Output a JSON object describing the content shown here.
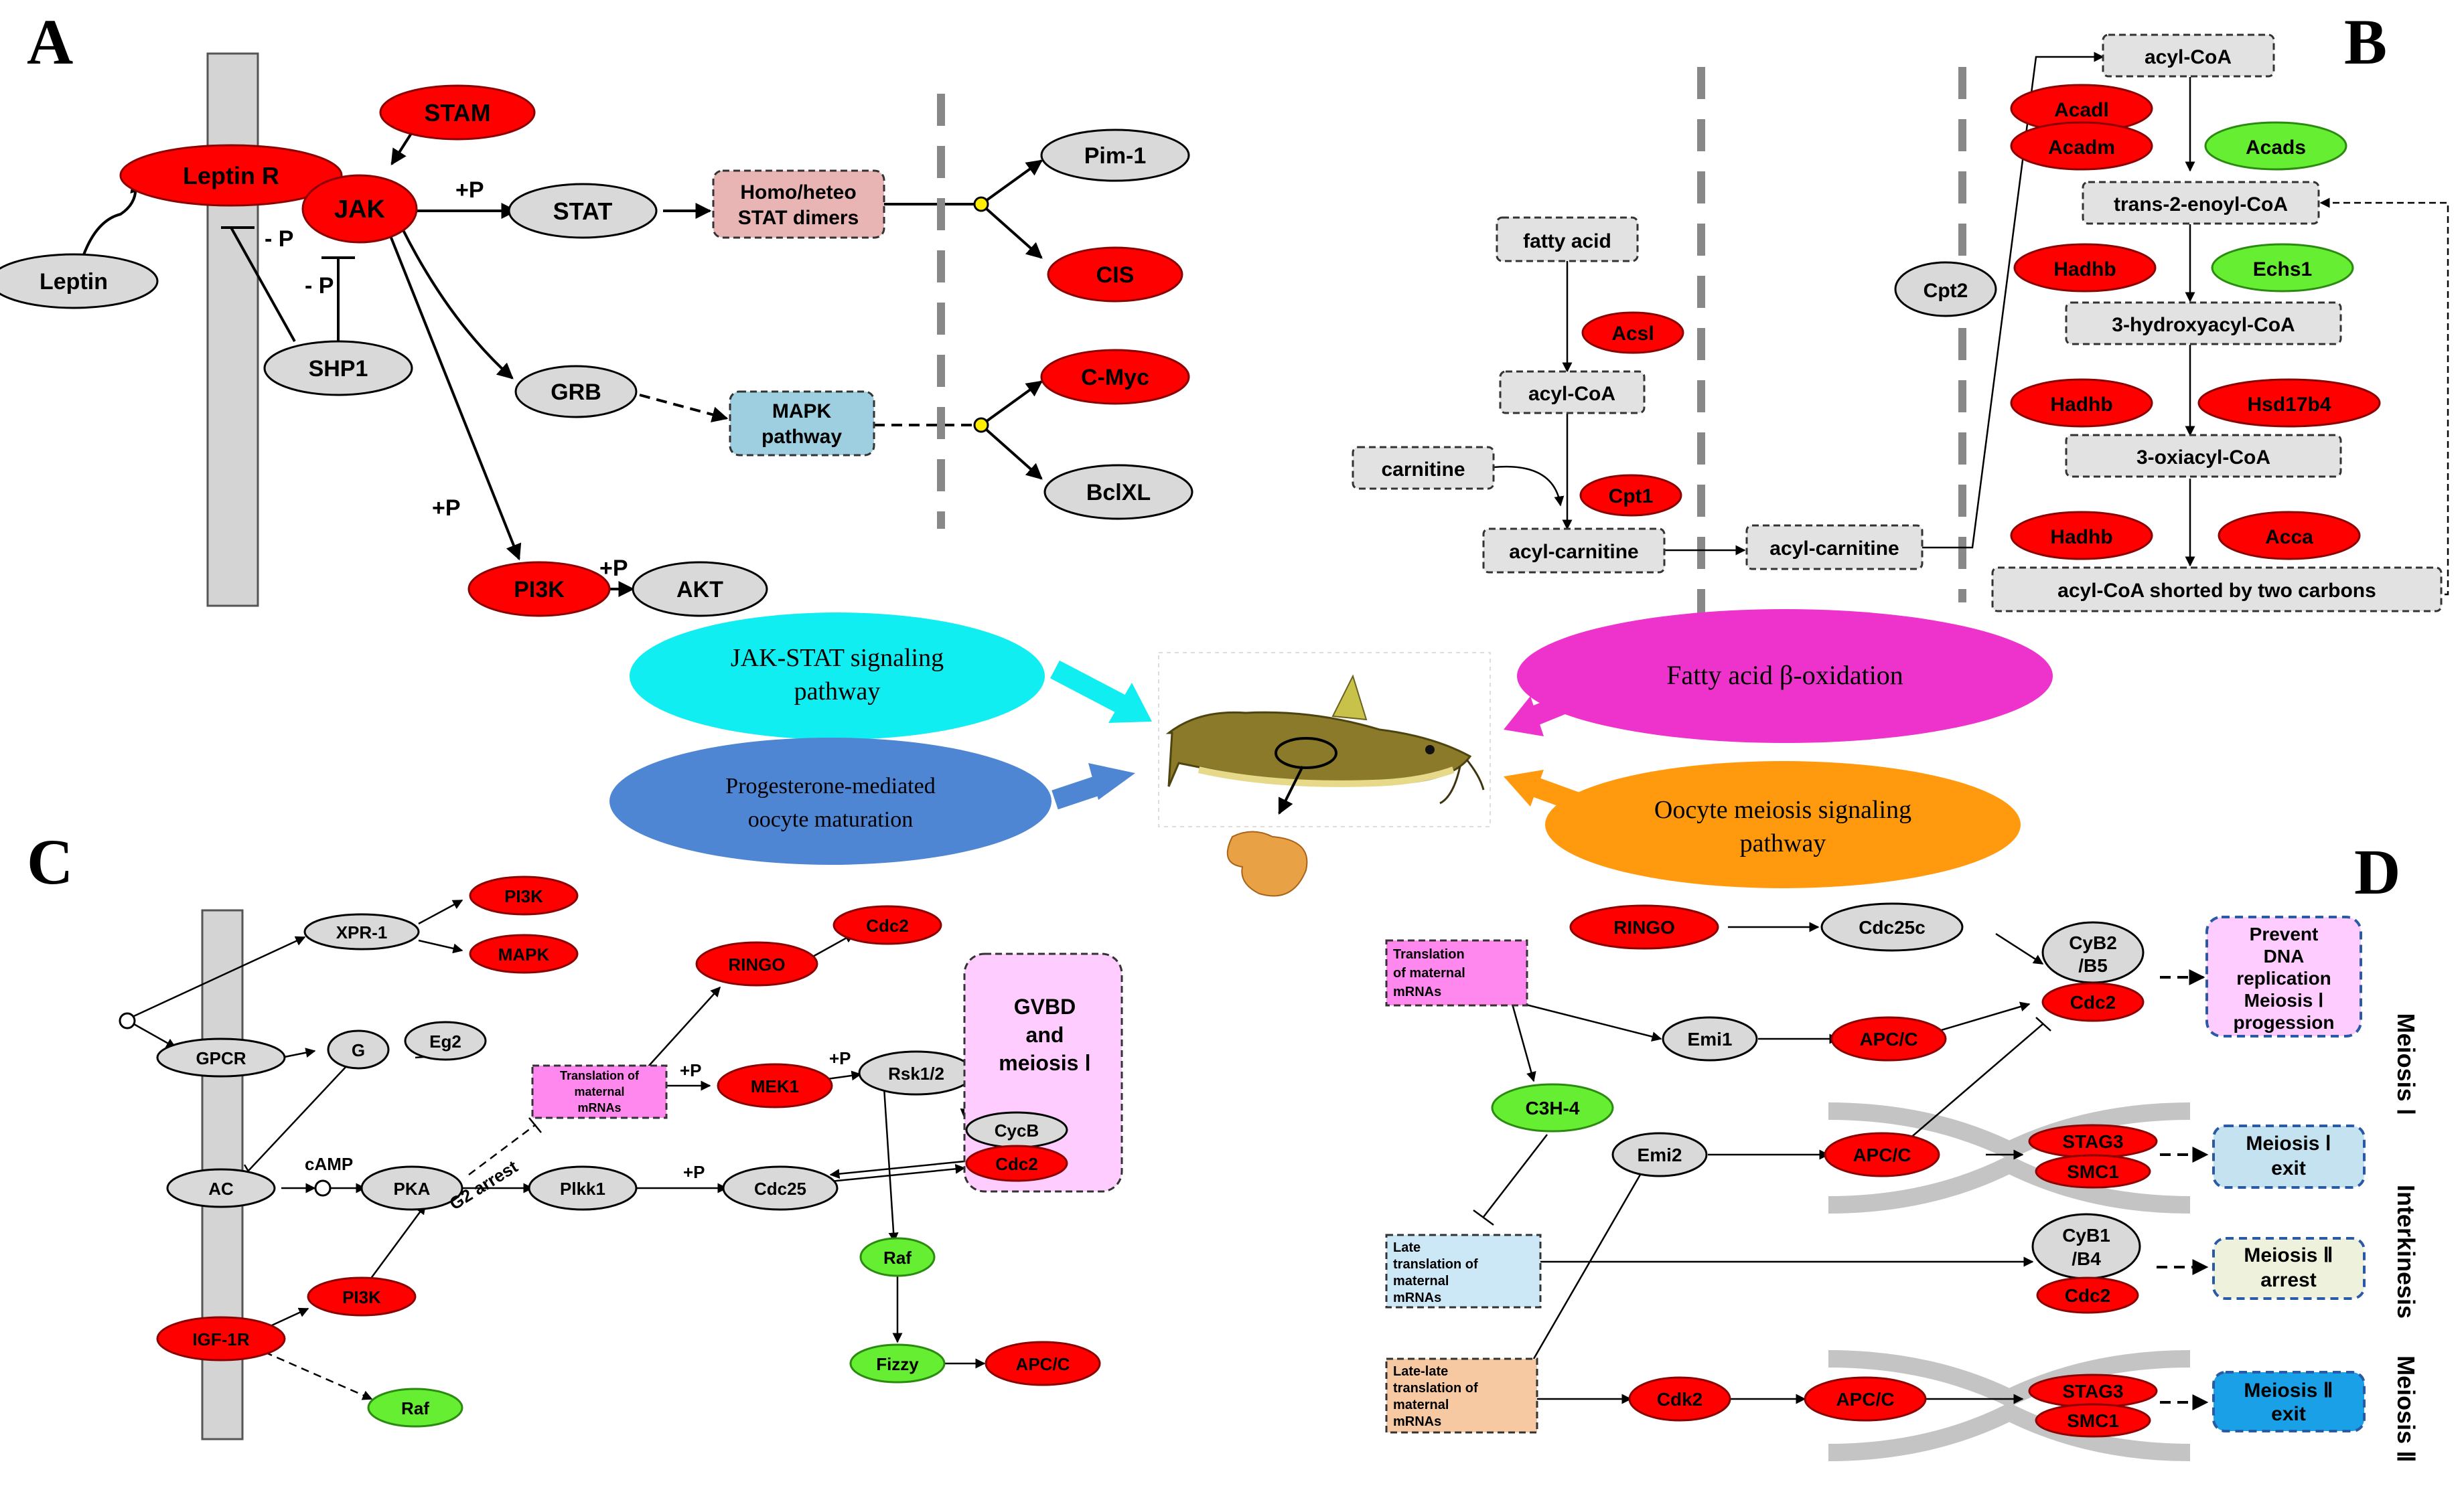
{
  "panel_labels": {
    "a": "A",
    "b": "B",
    "c": "C",
    "d": "D"
  },
  "panel_a": {
    "stam": "STAM",
    "leptin_r": "Leptin R",
    "jak": "JAK",
    "leptin": "Leptin",
    "shp1": "SHP1",
    "stat": "STAT",
    "grb": "GRB",
    "pi3k": "PI3K",
    "akt": "AKT",
    "stat_dimers": [
      "Homo/heteo",
      "STAT dimers"
    ],
    "mapk": [
      "MAPK",
      "pathway"
    ],
    "pim1": "Pim-1",
    "cis": "CIS",
    "cmyc": "C-Myc",
    "bclxl": "BclXL",
    "plus_p": "+P",
    "minus_p": "- P"
  },
  "panel_b": {
    "fatty_acid": "fatty acid",
    "acsl": "Acsl",
    "acyl_coa": "acyl-CoA",
    "carnitine": "carnitine",
    "cpt1": "Cpt1",
    "acyl_carnitine": "acyl-carnitine",
    "cpt2": "Cpt2",
    "acadl": "Acadl",
    "acadm": "Acadm",
    "acads": "Acads",
    "trans_enoyl": "trans-2-enoyl-CoA",
    "hadhb": "Hadhb",
    "echs1": "Echs1",
    "hydroxyacyl": "3-hydroxyacyl-CoA",
    "hsd17b4": "Hsd17b4",
    "oxiacyl": "3-oxiacyl-CoA",
    "acca": "Acca",
    "shorted": "acyl-CoA shorted by two carbons"
  },
  "center": {
    "jak_stat": [
      "JAK-STAT signaling",
      "pathway"
    ],
    "fatty_ox": "Fatty acid β-oxidation",
    "progesterone": [
      "Progesterone-mediated",
      "oocyte maturation"
    ],
    "meiosis_sig": [
      "Oocyte meiosis signaling",
      "pathway"
    ],
    "colors": {
      "cyan": "#11eef2",
      "magenta": "#ee33cc",
      "blue": "#4f86d4",
      "orange": "#ff9a0f"
    }
  },
  "panel_c": {
    "xpr1": "XPR-1",
    "pi3k": "PI3K",
    "mapk": "MAPK",
    "gpcr": "GPCR",
    "g": "G",
    "ac": "AC",
    "camp": "cAMP",
    "pka": "PKA",
    "igf1r": "IGF-1R",
    "raf": "Raf",
    "eg2": "Eg2",
    "translation": [
      "Translation of",
      "maternal",
      "mRNAs"
    ],
    "g2_arrest": "G2 arrest",
    "ringo": "RINGO",
    "cdc2": "Cdc2",
    "mek1": "MEK1",
    "rsk12": "Rsk1/2",
    "plkk1": "Plkk1",
    "cdc25": "Cdc25",
    "cycb": "CycB",
    "fizzy": "Fizzy",
    "apcc": "APC/C",
    "gvbd": [
      "GVBD",
      "and",
      "meiosis Ⅰ"
    ],
    "plus_p": "+P"
  },
  "panel_d": {
    "ringo": "RINGO",
    "cdc25c": "Cdc25c",
    "cyb2": [
      "CyB2",
      "/B5"
    ],
    "cdc2": "Cdc2",
    "prevent": [
      "Prevent",
      "DNA",
      "replication",
      "Meiosis Ⅰ",
      "progession"
    ],
    "translation": [
      "Translation",
      "of    maternal",
      "mRNAs"
    ],
    "emi1": "Emi1",
    "apcc": "APC/C",
    "c3h4": "C3H-4",
    "emi2": "Emi2",
    "stag3": "STAG3",
    "smc1": "SMC1",
    "meiosis1_exit": [
      "Meiosis Ⅰ",
      "exit"
    ],
    "late_translation": [
      "Late",
      "translation    of",
      "maternal",
      "mRNAs"
    ],
    "cyb1": [
      "CyB1",
      "/B4"
    ],
    "meiosis2_arrest": [
      "Meiosis Ⅱ",
      "arrest"
    ],
    "late_late": [
      "Late-late",
      "translation   of",
      "maternal",
      "mRNAs"
    ],
    "cdk2": "Cdk2",
    "meiosis2_exit": [
      "Meiosis Ⅱ",
      "exit"
    ],
    "side_meiosis1": "Meiosis Ⅰ",
    "side_interkinesis": "Interkinesis",
    "side_meiosis2": "Meiosis Ⅱ"
  }
}
